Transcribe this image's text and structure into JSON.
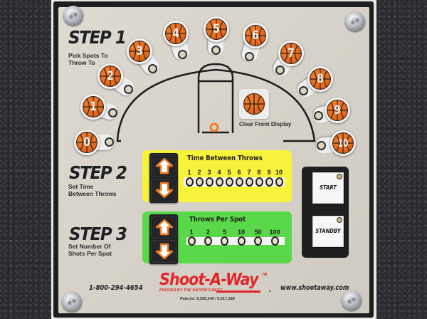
{
  "panel": {
    "brand": "Shoot-A-Way",
    "trademark": "TM",
    "tagline": "PROVEN BY THE NATION'S BEST",
    "patents": "Patents: 8,206,246 / 9,017,188",
    "phone": "1-800-294-4654",
    "website": "www.shootaway.com",
    "colors": {
      "ball_orange": "#e66a1f",
      "yellow_panel": "#f7f23a",
      "green_panel": "#59d84a",
      "brand_red": "#e1262b",
      "plate_beige": "#d8d4cb"
    }
  },
  "step1": {
    "title": "STEP 1",
    "subtitle_line1": "Pick Spots To",
    "subtitle_line2": "Throw To",
    "spots": [
      {
        "label": "0",
        "icon": "basketball-icon"
      },
      {
        "label": "1",
        "icon": "basketball-icon"
      },
      {
        "label": "2",
        "icon": "basketball-icon"
      },
      {
        "label": "3",
        "icon": "basketball-icon"
      },
      {
        "label": "4",
        "icon": "basketball-icon"
      },
      {
        "label": "5",
        "icon": "basketball-icon"
      },
      {
        "label": "6",
        "icon": "basketball-icon"
      },
      {
        "label": "7",
        "icon": "basketball-icon"
      },
      {
        "label": "8",
        "icon": "basketball-icon"
      },
      {
        "label": "9",
        "icon": "basketball-icon"
      },
      {
        "label": "10",
        "icon": "basketball-icon"
      }
    ],
    "clear_button": {
      "label": "Clear Front Display",
      "icon": "basketball-icon"
    }
  },
  "step2": {
    "title": "STEP 2",
    "subtitle_line1": "Set Time",
    "subtitle_line2": "Between Throws",
    "panel_title": "Time Between Throws",
    "up_icon": "arrow-up-icon",
    "down_icon": "arrow-down-icon",
    "ticks": [
      "1",
      "2",
      "3",
      "4",
      "5",
      "6",
      "7",
      "8",
      "9",
      "10"
    ]
  },
  "step3": {
    "title": "STEP 3",
    "subtitle_line1": "Set Number Of",
    "subtitle_line2": "Shots Per Spot",
    "panel_title": "Throws Per Spot",
    "up_icon": "arrow-up-icon",
    "down_icon": "arrow-down-icon",
    "ticks": [
      "1",
      "2",
      "5",
      "10",
      "50",
      "100"
    ]
  },
  "controls": {
    "start_label": "START",
    "standby_label": "STANDBY"
  }
}
